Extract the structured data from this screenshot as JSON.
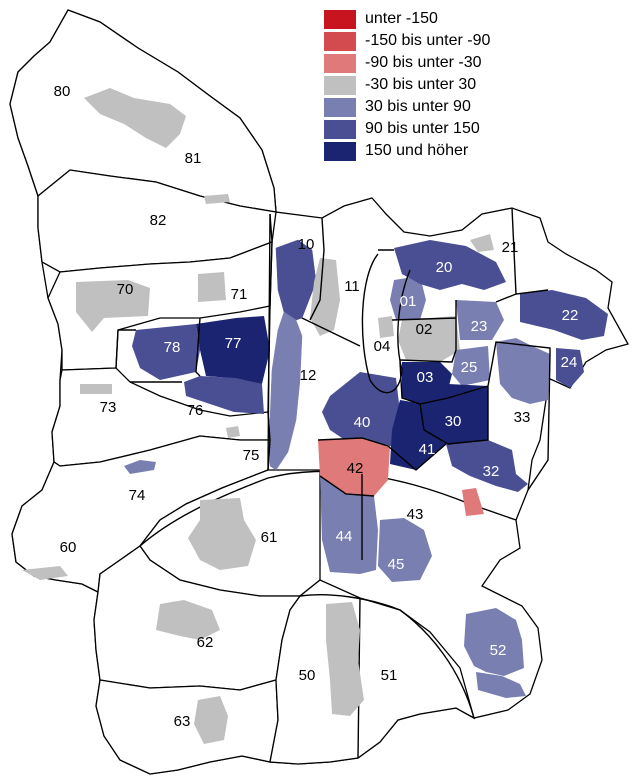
{
  "colors": {
    "c_lt_m150": "#c8141e",
    "c_m150_m90": "#d34b4f",
    "c_m90_m30": "#e07a7a",
    "c_m30_30": "#c0c0c0",
    "c_30_90": "#7a7fb2",
    "c_90_150": "#4a4f94",
    "c_150plus": "#1b2470",
    "border": "#000000",
    "background": "#ffffff"
  },
  "legend": [
    {
      "label": "unter -150",
      "color": "#c8141e"
    },
    {
      "label": "-150 bis unter -90",
      "color": "#d34b4f"
    },
    {
      "label": "-90 bis unter -30",
      "color": "#e07a7a"
    },
    {
      "label": "-30 bis unter 30",
      "color": "#c0c0c0"
    },
    {
      "label": "30 bis unter 90",
      "color": "#7a7fb2"
    },
    {
      "label": "90 bis unter 150",
      "color": "#4a4f94"
    },
    {
      "label": "150 und höher",
      "color": "#1b2470"
    }
  ],
  "districts": {
    "d01": "01",
    "d02": "02",
    "d03": "03",
    "d04": "04",
    "d10": "10",
    "d11": "11",
    "d12": "12",
    "d20": "20",
    "d21": "21",
    "d22": "22",
    "d23": "23",
    "d24": "24",
    "d25": "25",
    "d30": "30",
    "d32": "32",
    "d33": "33",
    "d40": "40",
    "d41": "41",
    "d42": "42",
    "d43": "43",
    "d44": "44",
    "d45": "45",
    "d50": "50",
    "d51": "51",
    "d52": "52",
    "d60": "60",
    "d61": "61",
    "d62": "62",
    "d63": "63",
    "d70": "70",
    "d71": "71",
    "d73": "73",
    "d74": "74",
    "d75": "75",
    "d76": "76",
    "d77": "77",
    "d78": "78",
    "d80": "80",
    "d81": "81",
    "d82": "82"
  }
}
